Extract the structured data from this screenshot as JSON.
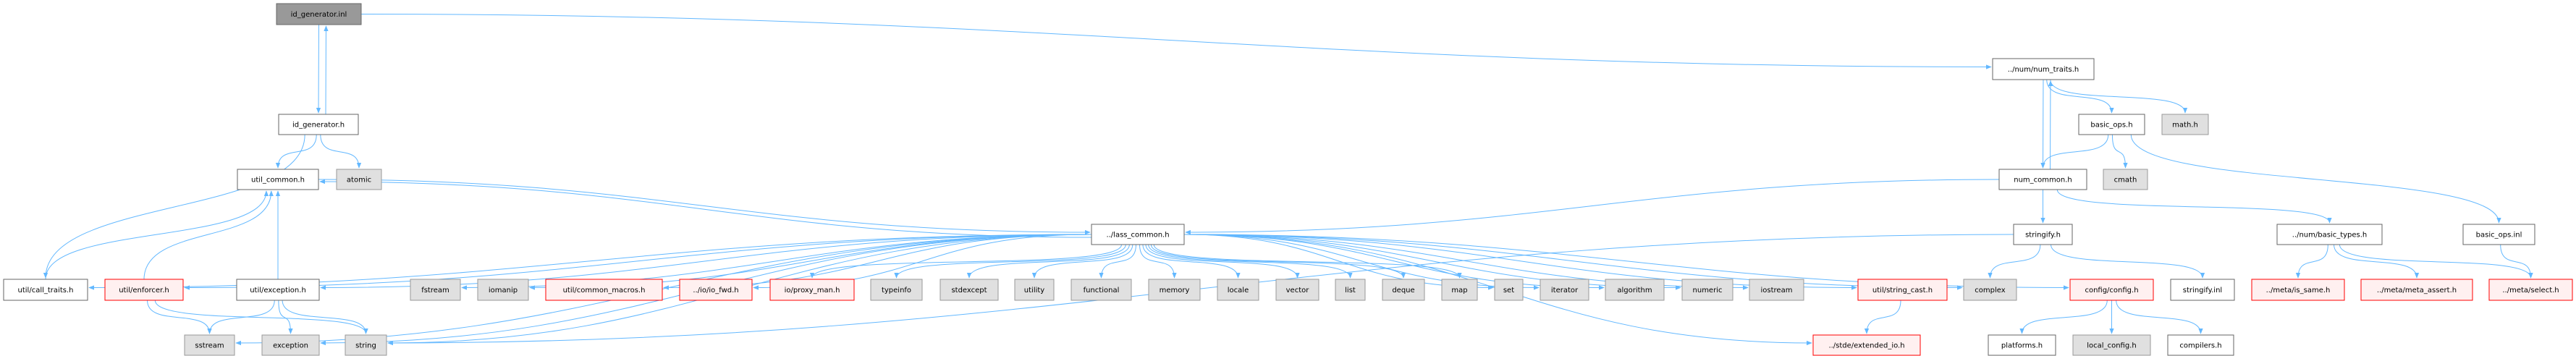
{
  "graph_title": "id_generator.inl",
  "colors": {
    "edge": "#63b8ff",
    "root_fill": "#999999",
    "root_border": "#666666",
    "doc_fill": "#ffffff",
    "doc_border": "#666666",
    "system_fill": "#e0e0e0",
    "system_border": "#999999",
    "undoc_fill": "#fff0f0",
    "undoc_border": "#ff0000"
  },
  "nodes": [
    {
      "id": "idgen_inl",
      "label": "id_generator.inl",
      "kind": "root"
    },
    {
      "id": "idgen_h",
      "label": "id_generator.h",
      "kind": "doc"
    },
    {
      "id": "util_common",
      "label": "util_common.h",
      "kind": "doc"
    },
    {
      "id": "atomic",
      "label": "atomic",
      "kind": "system"
    },
    {
      "id": "call_traits",
      "label": "util/call_traits.h",
      "kind": "doc"
    },
    {
      "id": "enforcer",
      "label": "util/enforcer.h",
      "kind": "undoc"
    },
    {
      "id": "exception_h",
      "label": "util/exception.h",
      "kind": "doc"
    },
    {
      "id": "fstream",
      "label": "fstream",
      "kind": "system"
    },
    {
      "id": "iomanip",
      "label": "iomanip",
      "kind": "system"
    },
    {
      "id": "common_macros",
      "label": "util/common_macros.h",
      "kind": "undoc"
    },
    {
      "id": "io_fwd",
      "label": "../io/io_fwd.h",
      "kind": "undoc"
    },
    {
      "id": "proxy_man",
      "label": "io/proxy_man.h",
      "kind": "undoc"
    },
    {
      "id": "typeinfo",
      "label": "typeinfo",
      "kind": "system"
    },
    {
      "id": "stdexcept",
      "label": "stdexcept",
      "kind": "system"
    },
    {
      "id": "utility",
      "label": "utility",
      "kind": "system"
    },
    {
      "id": "functional",
      "label": "functional",
      "kind": "system"
    },
    {
      "id": "memory",
      "label": "memory",
      "kind": "system"
    },
    {
      "id": "locale",
      "label": "locale",
      "kind": "system"
    },
    {
      "id": "vector",
      "label": "vector",
      "kind": "system"
    },
    {
      "id": "list",
      "label": "list",
      "kind": "system"
    },
    {
      "id": "deque",
      "label": "deque",
      "kind": "system"
    },
    {
      "id": "map",
      "label": "map",
      "kind": "system"
    },
    {
      "id": "set",
      "label": "set",
      "kind": "system"
    },
    {
      "id": "iterator",
      "label": "iterator",
      "kind": "system"
    },
    {
      "id": "algorithm",
      "label": "algorithm",
      "kind": "system"
    },
    {
      "id": "numeric",
      "label": "numeric",
      "kind": "system"
    },
    {
      "id": "iostream",
      "label": "iostream",
      "kind": "system"
    },
    {
      "id": "string_cast",
      "label": "util/string_cast.h",
      "kind": "undoc"
    },
    {
      "id": "complex",
      "label": "complex",
      "kind": "system"
    },
    {
      "id": "config",
      "label": "config/config.h",
      "kind": "undoc"
    },
    {
      "id": "stringify_inl",
      "label": "stringify.inl",
      "kind": "doc"
    },
    {
      "id": "is_same",
      "label": "../meta/is_same.h",
      "kind": "undoc"
    },
    {
      "id": "meta_assert",
      "label": "../meta/meta_assert.h",
      "kind": "undoc"
    },
    {
      "id": "select",
      "label": "../meta/select.h",
      "kind": "undoc"
    },
    {
      "id": "lass_common",
      "label": "../lass_common.h",
      "kind": "doc"
    },
    {
      "id": "stringify_h",
      "label": "stringify.h",
      "kind": "doc"
    },
    {
      "id": "basic_types",
      "label": "../num/basic_types.h",
      "kind": "doc"
    },
    {
      "id": "basic_ops_inl",
      "label": "basic_ops.inl",
      "kind": "doc"
    },
    {
      "id": "num_traits",
      "label": "../num/num_traits.h",
      "kind": "doc"
    },
    {
      "id": "basic_ops_h",
      "label": "basic_ops.h",
      "kind": "doc"
    },
    {
      "id": "math_h",
      "label": "math.h",
      "kind": "system"
    },
    {
      "id": "num_common",
      "label": "num_common.h",
      "kind": "doc"
    },
    {
      "id": "cmath",
      "label": "cmath",
      "kind": "system"
    },
    {
      "id": "sstream",
      "label": "sstream",
      "kind": "system"
    },
    {
      "id": "exception",
      "label": "exception",
      "kind": "system"
    },
    {
      "id": "string",
      "label": "string",
      "kind": "system"
    },
    {
      "id": "extended_io",
      "label": "../stde/extended_io.h",
      "kind": "undoc"
    },
    {
      "id": "platforms",
      "label": "platforms.h",
      "kind": "doc"
    },
    {
      "id": "local_config",
      "label": "local_config.h",
      "kind": "system"
    },
    {
      "id": "compilers",
      "label": "compilers.h",
      "kind": "doc"
    }
  ],
  "edges": [
    [
      "idgen_inl",
      "idgen_h"
    ],
    [
      "idgen_h",
      "idgen_inl"
    ],
    [
      "idgen_inl",
      "num_traits"
    ],
    [
      "idgen_h",
      "util_common"
    ],
    [
      "idgen_h",
      "atomic"
    ],
    [
      "idgen_h",
      "call_traits"
    ],
    [
      "util_common",
      "lass_common"
    ],
    [
      "lass_common",
      "util_common"
    ],
    [
      "lass_common",
      "call_traits"
    ],
    [
      "lass_common",
      "enforcer"
    ],
    [
      "lass_common",
      "exception_h"
    ],
    [
      "lass_common",
      "fstream"
    ],
    [
      "lass_common",
      "iomanip"
    ],
    [
      "lass_common",
      "common_macros"
    ],
    [
      "lass_common",
      "io_fwd"
    ],
    [
      "lass_common",
      "proxy_man"
    ],
    [
      "lass_common",
      "typeinfo"
    ],
    [
      "lass_common",
      "stdexcept"
    ],
    [
      "lass_common",
      "utility"
    ],
    [
      "lass_common",
      "functional"
    ],
    [
      "lass_common",
      "memory"
    ],
    [
      "lass_common",
      "locale"
    ],
    [
      "lass_common",
      "vector"
    ],
    [
      "lass_common",
      "list"
    ],
    [
      "lass_common",
      "deque"
    ],
    [
      "lass_common",
      "map"
    ],
    [
      "lass_common",
      "set"
    ],
    [
      "lass_common",
      "iterator"
    ],
    [
      "lass_common",
      "algorithm"
    ],
    [
      "lass_common",
      "numeric"
    ],
    [
      "lass_common",
      "iostream"
    ],
    [
      "lass_common",
      "string_cast"
    ],
    [
      "lass_common",
      "extended_io"
    ],
    [
      "lass_common",
      "complex"
    ],
    [
      "lass_common",
      "config"
    ],
    [
      "lass_common",
      "sstream"
    ],
    [
      "lass_common",
      "exception"
    ],
    [
      "lass_common",
      "string"
    ],
    [
      "call_traits",
      "util_common"
    ],
    [
      "enforcer",
      "util_common"
    ],
    [
      "enforcer",
      "sstream"
    ],
    [
      "enforcer",
      "string"
    ],
    [
      "exception_h",
      "util_common"
    ],
    [
      "exception_h",
      "sstream"
    ],
    [
      "exception_h",
      "exception"
    ],
    [
      "exception_h",
      "string"
    ],
    [
      "string_cast",
      "extended_io"
    ],
    [
      "num_traits",
      "basic_ops_h"
    ],
    [
      "num_traits",
      "math_h"
    ],
    [
      "num_traits",
      "num_common"
    ],
    [
      "num_common",
      "num_traits"
    ],
    [
      "basic_ops_h",
      "num_common"
    ],
    [
      "basic_ops_h",
      "cmath"
    ],
    [
      "basic_ops_h",
      "basic_ops_inl"
    ],
    [
      "num_common",
      "lass_common"
    ],
    [
      "num_common",
      "stringify_h"
    ],
    [
      "num_common",
      "basic_types"
    ],
    [
      "stringify_h",
      "complex"
    ],
    [
      "stringify_h",
      "stringify_inl"
    ],
    [
      "stringify_h",
      "string"
    ],
    [
      "basic_types",
      "is_same"
    ],
    [
      "basic_types",
      "meta_assert"
    ],
    [
      "basic_types",
      "select"
    ],
    [
      "basic_ops_inl",
      "select"
    ],
    [
      "config",
      "platforms"
    ],
    [
      "config",
      "local_config"
    ],
    [
      "config",
      "compilers"
    ]
  ]
}
